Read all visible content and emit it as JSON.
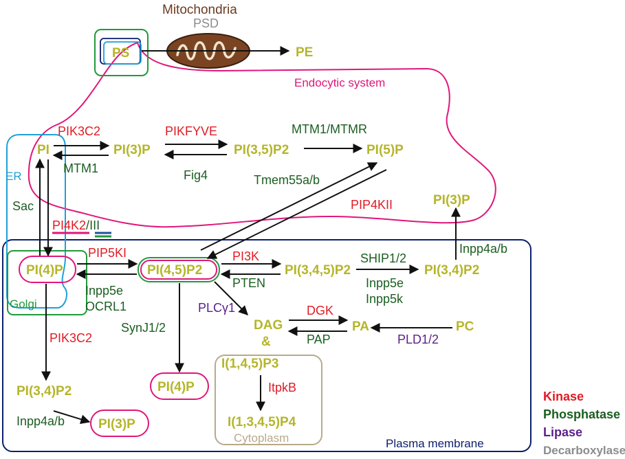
{
  "compartments": {
    "mitochondria": "Mitochondria",
    "endocytic": "Endocytic system",
    "er": "ER",
    "golgi": "Golgi",
    "plasma_membrane": "Plasma membrane",
    "cytoplasm": "Cytoplasm"
  },
  "lipids": {
    "ps": "PS",
    "pe": "PE",
    "pi": "PI",
    "pi3p_top": "PI(3)P",
    "pi35p2": "PI(3,5)P2",
    "pi5p": "PI(5)P",
    "pi3p_right": "PI(3)P",
    "pi4p_golgi": "PI(4)P",
    "pi45p2": "PI(4,5)P2",
    "pi345p3": "PI(3,4,5)P2",
    "pi34p2_right": "PI(3,4)P2",
    "dag": "DAG",
    "amp": "&",
    "ip3": "I(1,4,5)P3",
    "ip4": "I(1,3,4,5)P4",
    "pa": "PA",
    "pc": "PC",
    "pi4p_pm": "PI(4)P",
    "pi34p2_left": "PI(3,4)P2",
    "pi3p_bottom": "PI(3)P"
  },
  "enzymes": {
    "psd": "PSD",
    "pik3c2_top": "PIK3C2",
    "mtm1": "MTM1",
    "pikfyve": "PIKFYVE",
    "fig4": "Fig4",
    "mtm1_mtmr": "MTM1/MTMR",
    "tmem55": "Tmem55a/b",
    "pip4kii": "PIP4KII",
    "sac": "Sac",
    "pi4k2_a": "PI4K2",
    "pi4k2_sep": "/",
    "pi4k2_b": "III",
    "pip5ki": "PIP5KI",
    "inpp5e_a": "Inpp5e",
    "ocrl1": "OCRL1",
    "pi3k": "PI3K",
    "pten": "PTEN",
    "ship": "SHIP1/2",
    "inpp5e_b": "Inpp5e",
    "inpp5k": "Inpp5k",
    "inpp4ab_right": "Inpp4a/b",
    "plc": "PLCγ1",
    "dgk": "DGK",
    "pap": "PAP",
    "pld": "PLD1/2",
    "synj": "SynJ1/2",
    "itpkb": "ItpkB",
    "pik3c2_bottom": "PIK3C2",
    "inpp4ab_left": "Inpp4a/b"
  },
  "legend": {
    "kinase": "Kinase",
    "phosphatase": "Phosphatase",
    "lipase": "Lipase",
    "decarboxylase": "Decarboxylase"
  },
  "colors": {
    "lipid": "#b5b52a",
    "kinase": "#e01b24",
    "phosphatase": "#1a5e20",
    "lipase": "#5b1f8a",
    "decarboxylase": "#8c8c8c",
    "mitochondria": "#6b3a1f",
    "endocytic": "#e0157a",
    "er": "#1e9fd9",
    "golgi": "#1f9a3a",
    "plasma_membrane": "#0b1e6e",
    "cytoplasm": "#b8a98a"
  }
}
